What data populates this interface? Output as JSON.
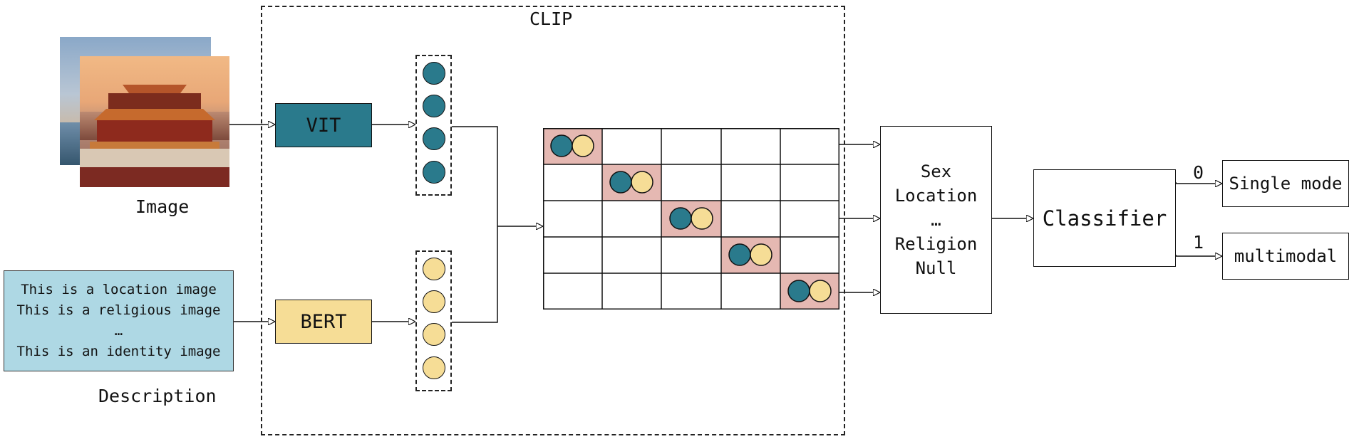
{
  "clip": {
    "label": "CLIP"
  },
  "image": {
    "label": "Image"
  },
  "description": {
    "label": "Description",
    "lines": [
      "This is a location image",
      "This is a religious image",
      "…",
      "This is an identity image"
    ]
  },
  "encoders": {
    "vit": "VIT",
    "bert": "BERT"
  },
  "attributes": {
    "lines": [
      "Sex",
      "Location",
      "…",
      "Religion",
      "Null"
    ]
  },
  "classifier": {
    "label": "Classifier"
  },
  "outputs": [
    {
      "code": "0",
      "label": "Single mode"
    },
    {
      "code": "1",
      "label": "multimodal"
    }
  ],
  "colors": {
    "teal": "#2a7a8c",
    "yellow": "#f6dd96",
    "description_fill": "#aed8e4",
    "matrix_highlight": "#e5b8b2",
    "line": "#111111"
  }
}
